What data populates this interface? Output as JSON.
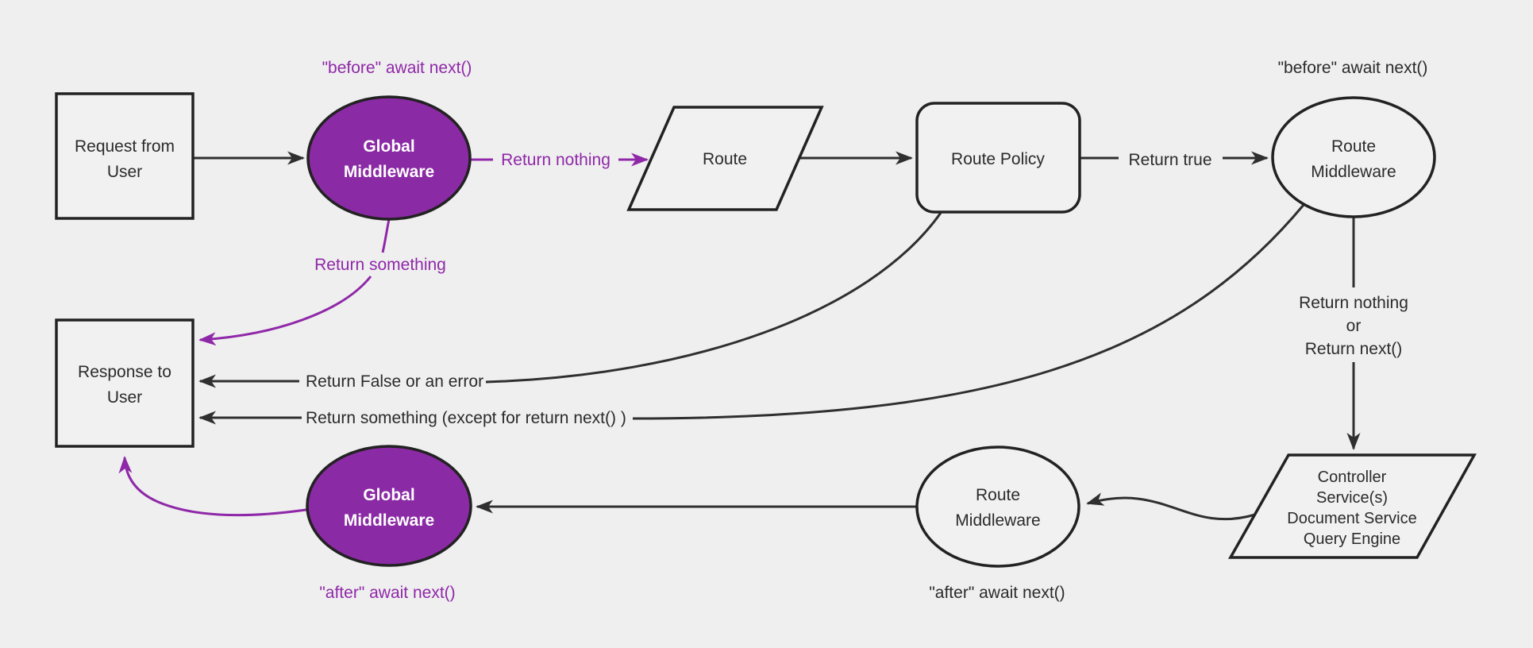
{
  "colors": {
    "background": "#efefef",
    "node_fill": "#f1f1f1",
    "node_stroke": "#222222",
    "edge_dark": "#2f2f2f",
    "text_dark": "#2b2b2b",
    "text_light": "#ffffff",
    "purple_fill": "#8b2aa5",
    "purple_edge": "#8f28a8"
  },
  "nodes": {
    "request_from_user": {
      "lines": [
        "Request from",
        "User"
      ]
    },
    "global_middleware_before": {
      "lines": [
        "Global",
        "Middleware"
      ]
    },
    "route": {
      "lines": [
        "Route"
      ]
    },
    "route_policy": {
      "lines": [
        "Route Policy"
      ]
    },
    "route_middleware_before": {
      "lines": [
        "Route",
        "Middleware"
      ]
    },
    "response_to_user": {
      "lines": [
        "Response to",
        "User"
      ]
    },
    "global_middleware_after": {
      "lines": [
        "Global",
        "Middleware"
      ]
    },
    "route_middleware_after": {
      "lines": [
        "Route",
        "Middleware"
      ]
    },
    "controller_services": {
      "lines": [
        "Controller",
        "Service(s)",
        "Document Service",
        "Query Engine"
      ]
    }
  },
  "labels": {
    "before_await_global": "\"before\" await next()",
    "before_await_route": "\"before\" await next()",
    "return_nothing": "Return nothing",
    "return_true": "Return true",
    "return_something": "Return something",
    "return_false_or_error": "Return False or an error",
    "return_something_except": "Return something (except for return next() )",
    "return_nothing_or": [
      "Return nothing",
      "or",
      "Return next()"
    ],
    "after_await_global": "\"after\" await next()",
    "after_await_route": "\"after\" await next()"
  }
}
